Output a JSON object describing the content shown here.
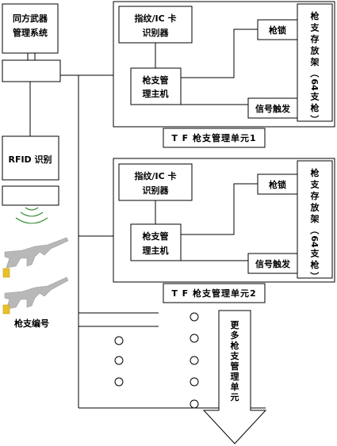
{
  "system": {
    "title_line1": "同方武器",
    "title_line2": "管理系统"
  },
  "rfid": {
    "label": "RFID 识别"
  },
  "gun_number": {
    "label": "枪支编号"
  },
  "units": [
    {
      "reader_line1": "指纹/IC 卡",
      "reader_line2": "识别器",
      "host_line1": "枪支管",
      "host_line2": "理主机",
      "lock": "枪锁",
      "signal": "信号触发",
      "rack": [
        "枪",
        "支",
        "存",
        "放",
        "架",
        "（",
        "64",
        "支",
        "枪",
        "）"
      ],
      "caption": "T F 枪支管理单元1"
    },
    {
      "reader_line1": "指纹/IC 卡",
      "reader_line2": "识别器",
      "host_line1": "枪支管",
      "host_line2": "理主机",
      "lock": "枪锁",
      "signal": "信号触发",
      "rack": [
        "枪",
        "支",
        "存",
        "放",
        "架",
        "（",
        "64",
        "支",
        "枪",
        "）"
      ],
      "caption": "T F 枪支管理单元2"
    }
  ],
  "more_units": {
    "chars": [
      "更",
      "多",
      "枪",
      "支",
      "管",
      "理",
      "单",
      "元"
    ]
  },
  "colors": {
    "line": "#000000",
    "rfid_wave": "#2e8b2e",
    "tag": "#e8c02a",
    "gun": "#b8b8b8"
  }
}
